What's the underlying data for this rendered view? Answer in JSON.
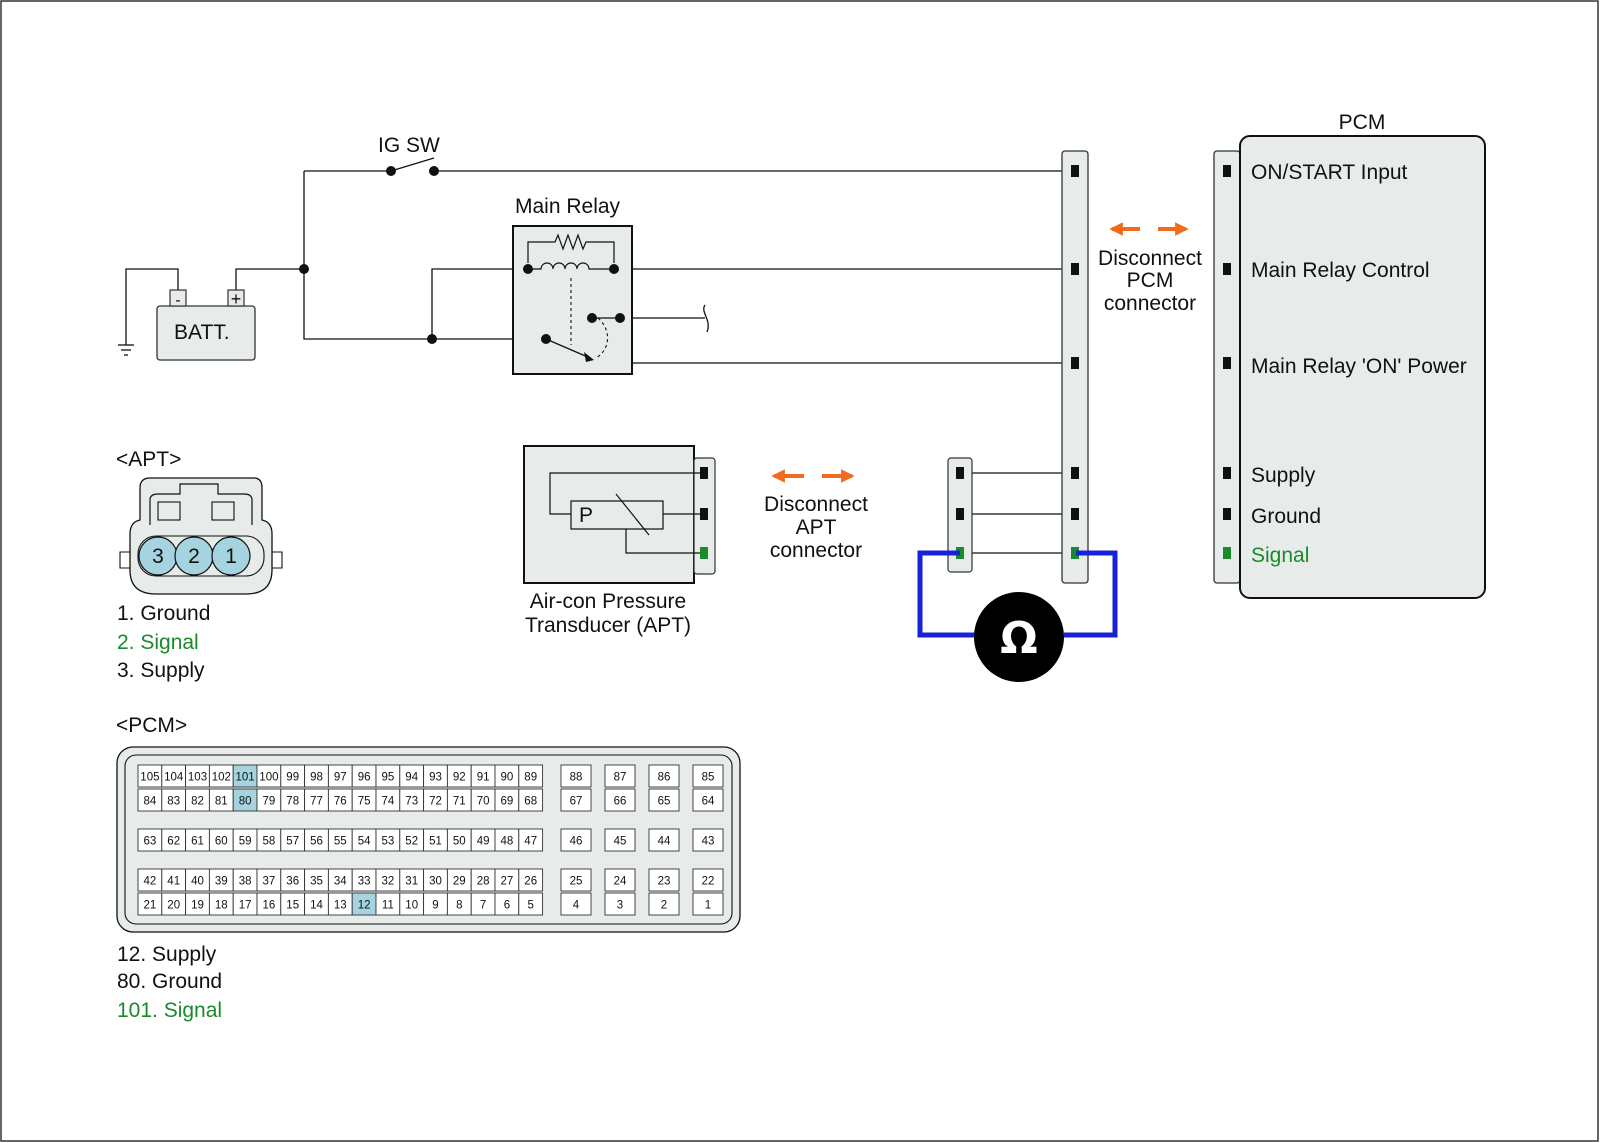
{
  "colors": {
    "signal_green": "#1a8a2a",
    "arrow_orange": "#f26b1d",
    "meter_blue": "#1722d8",
    "panel_fill": "#e7eceb",
    "pin_highlight": "#a6d3e0"
  },
  "labels": {
    "ig_sw": "IG SW",
    "main_relay": "Main Relay",
    "battery": "BATT.",
    "battery_minus": "-",
    "battery_plus": "+",
    "pcm_title": "PCM",
    "disconnect_pcm": [
      "Disconnect",
      "PCM",
      "connector"
    ],
    "disconnect_apt": [
      "Disconnect",
      "APT",
      "connector"
    ],
    "sensor_name": [
      "Air-con Pressure",
      "Transducer (APT)"
    ],
    "sensor_p": "P",
    "ohm_symbol": "Ω"
  },
  "pcm_terminals": [
    {
      "label": "ON/START Input",
      "signal": false
    },
    {
      "label": "Main Relay Control",
      "signal": false
    },
    {
      "label": "Main Relay 'ON' Power",
      "signal": false
    },
    {
      "label": "Supply",
      "signal": false
    },
    {
      "label": "Ground",
      "signal": false
    },
    {
      "label": "Signal",
      "signal": true
    }
  ],
  "apt_connector": {
    "title": "<APT>",
    "pins": [
      "3",
      "2",
      "1"
    ],
    "legend": [
      {
        "text": "1. Ground",
        "signal": false
      },
      {
        "text": "2. Signal",
        "signal": true
      },
      {
        "text": "3. Supply",
        "signal": false
      }
    ]
  },
  "pcm_connector": {
    "title": "<PCM>",
    "row1_main": [
      "105",
      "104",
      "103",
      "102",
      "101",
      "100",
      "99",
      "98",
      "97",
      "96",
      "95",
      "94",
      "93",
      "92",
      "91",
      "90",
      "89"
    ],
    "row2_main": [
      "84",
      "83",
      "82",
      "81",
      "80",
      "79",
      "78",
      "77",
      "76",
      "75",
      "74",
      "73",
      "72",
      "71",
      "70",
      "69",
      "68"
    ],
    "row3_main": [
      "63",
      "62",
      "61",
      "60",
      "59",
      "58",
      "57",
      "56",
      "55",
      "54",
      "53",
      "52",
      "51",
      "50",
      "49",
      "48",
      "47"
    ],
    "row4_main": [
      "42",
      "41",
      "40",
      "39",
      "38",
      "37",
      "36",
      "35",
      "34",
      "33",
      "32",
      "31",
      "30",
      "29",
      "28",
      "27",
      "26"
    ],
    "row5_main": [
      "21",
      "20",
      "19",
      "18",
      "17",
      "16",
      "15",
      "14",
      "13",
      "12",
      "11",
      "10",
      "9",
      "8",
      "7",
      "6",
      "5"
    ],
    "row1_side": [
      "88",
      "87",
      "86",
      "85"
    ],
    "row2_side": [
      "67",
      "66",
      "65",
      "64"
    ],
    "row3_side": [
      "46",
      "45",
      "44",
      "43"
    ],
    "row4_side": [
      "25",
      "24",
      "23",
      "22"
    ],
    "row5_side": [
      "4",
      "3",
      "2",
      "1"
    ],
    "highlighted": [
      "101",
      "80",
      "12"
    ],
    "legend": [
      {
        "text": "12. Supply",
        "signal": false
      },
      {
        "text": "80. Ground",
        "signal": false
      },
      {
        "text": "101. Signal",
        "signal": true
      }
    ]
  }
}
